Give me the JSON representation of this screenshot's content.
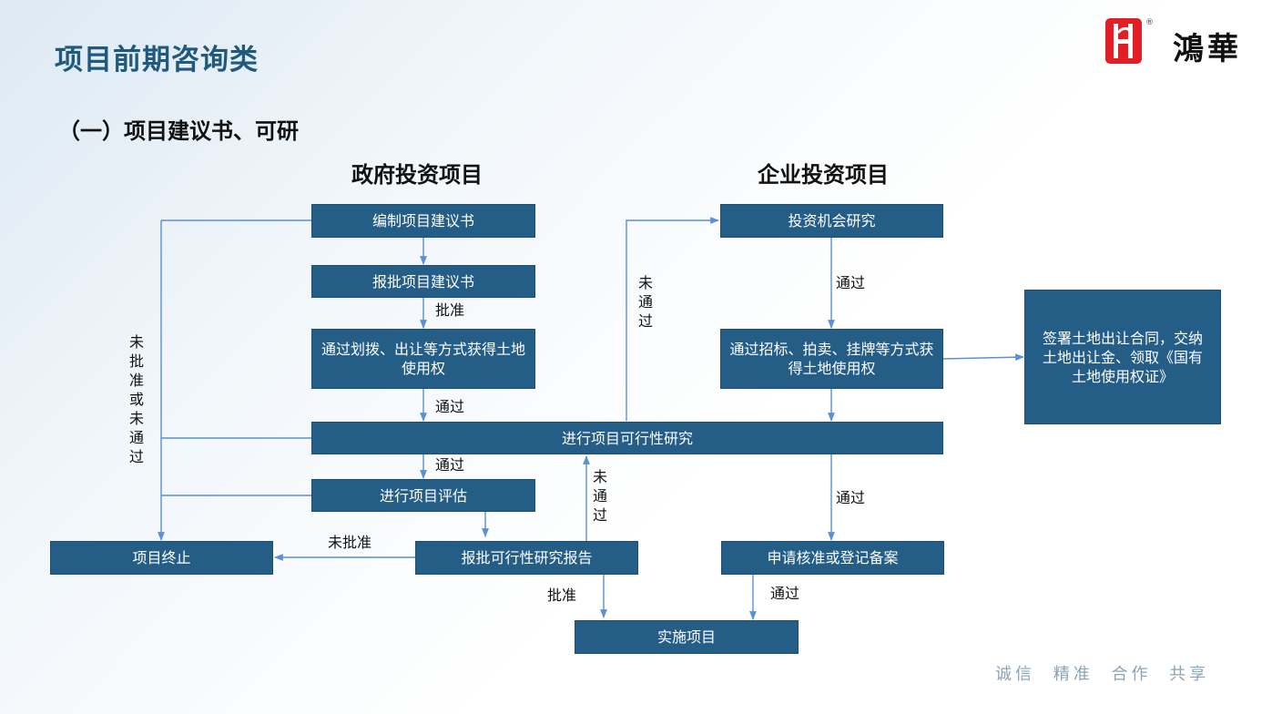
{
  "page_title": "项目前期咨询类",
  "section_title": "（一）项目建议书、可研",
  "logo_text": "鴻華",
  "logo_reg": "®",
  "logo_letter": "H",
  "gov_title": "政府投资项目",
  "ent_title": "企业投资项目",
  "boxes": {
    "compile_proposal": "编制项目建议书",
    "submit_proposal": "报批项目建议书",
    "acquire_land_gov": "通过划拨、出让等方式获得土地使用权",
    "feasibility_study": "进行项目可行性研究",
    "evaluate_project": "进行项目评估",
    "terminate_project": "项目终止",
    "submit_feasibility": "报批可行性研究报告",
    "implement_project": "实施项目",
    "investment_research": "投资机会研究",
    "acquire_land_ent": "通过招标、拍卖、挂牌等方式获得土地使用权",
    "sign_contract": "签署土地出让合同，交纳土地出让金、领取《国有土地使用权证》",
    "apply_approval": "申请核准或登记备案"
  },
  "labels": {
    "approved_1": "批准",
    "passed_1": "通过",
    "passed_2": "通过",
    "not_approved_left": "未批准",
    "approved_2": "批准",
    "not_approved_or_passed": "未批准或未通过",
    "not_passed_up": "未通过",
    "not_passed_mid": "未通过",
    "passed_ent_1": "通过",
    "passed_ent_2": "通过",
    "passed_ent_3": "通过"
  },
  "footer": "诚信 精准 合作 共享",
  "colors": {
    "box_fill": "#245e86",
    "line": "#5b8fd6",
    "title": "#1f5a7d",
    "footer": "#8aa4b8",
    "logo_red": "#e31e24"
  }
}
